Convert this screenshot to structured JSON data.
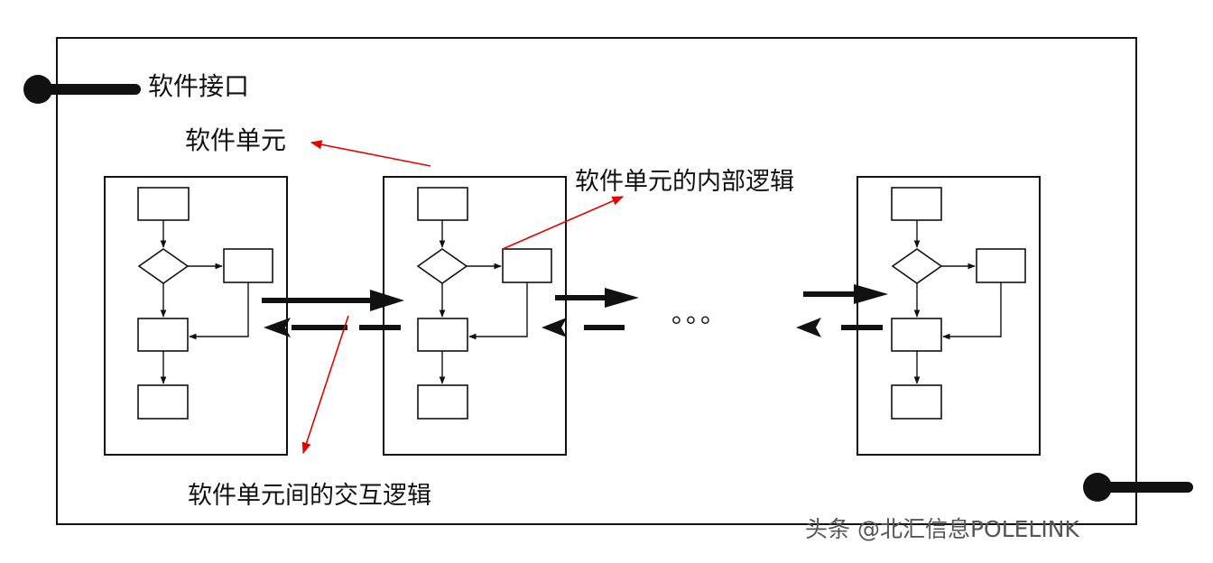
{
  "labels": {
    "interface": "软件接口",
    "unit": "软件单元",
    "internal_logic": "软件单元的内部逻辑",
    "interaction_logic": "软件单元间的交互逻辑",
    "ellipsis": "。。。"
  },
  "watermark": "头条 @北汇信息POLELINK",
  "colors": {
    "stroke": "#111111",
    "annotation_arrow": "#e60000"
  }
}
